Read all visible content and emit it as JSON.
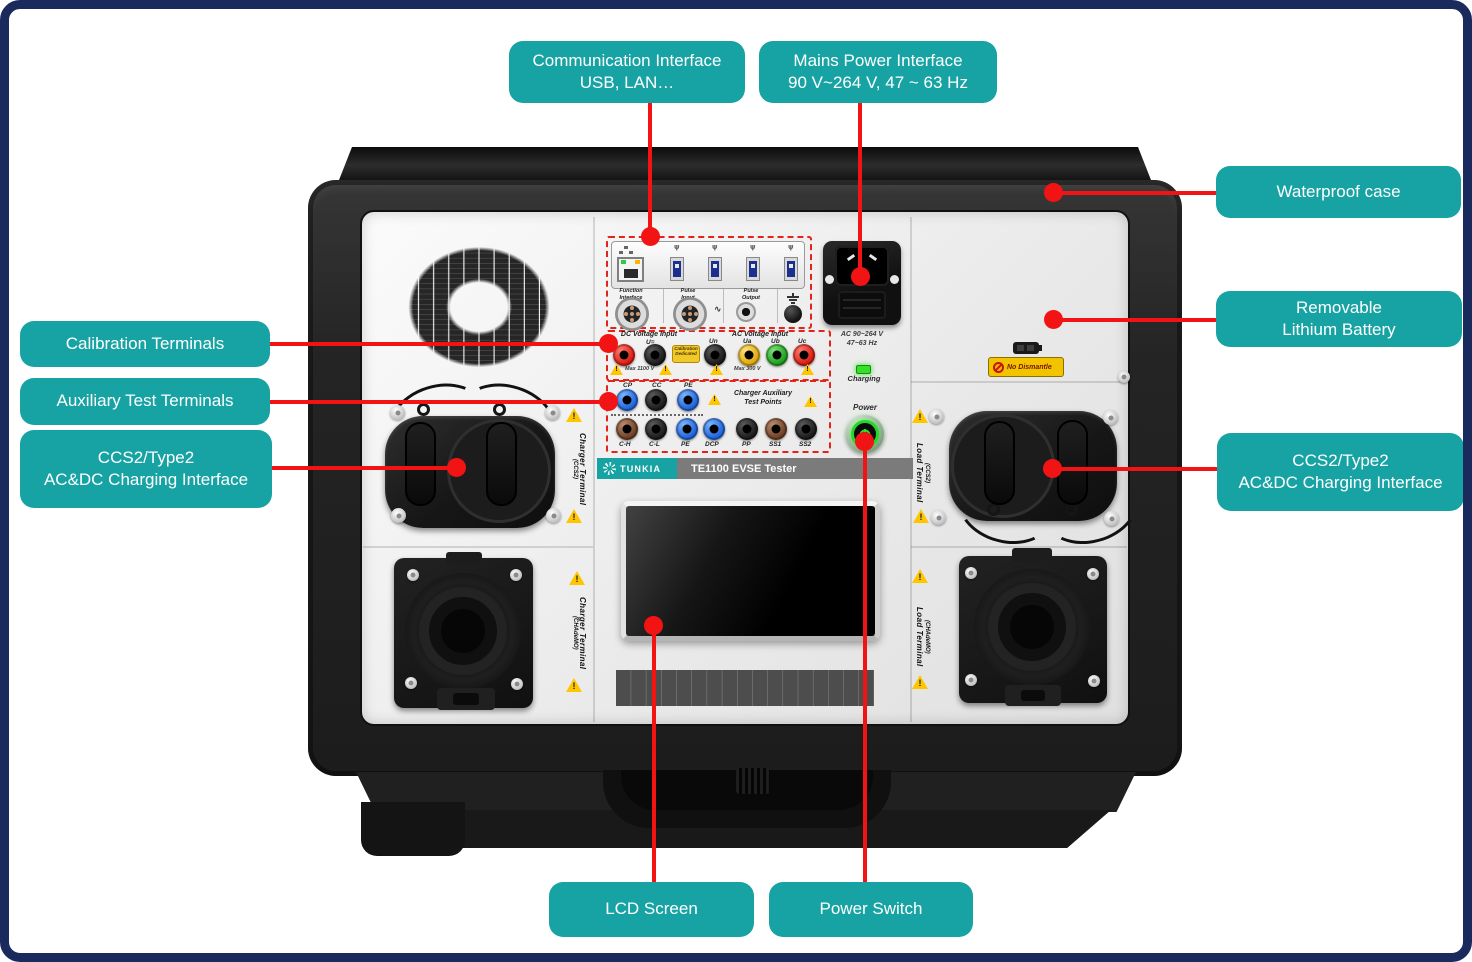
{
  "colors": {
    "callout_teal": "#17a3a3",
    "pointer_red": "#f21414",
    "dashed_red": "#e3241b",
    "warning_yellow": "#ffc600",
    "led_green": "#35e02a",
    "title_bar_gray": "#7b7b7b",
    "case_black": "#242424",
    "frame_navy": "#1a2a5c"
  },
  "callouts": {
    "communication": {
      "line1": "Communication Interface",
      "line2": "USB, LAN…"
    },
    "mains": {
      "line1": "Mains Power Interface",
      "line2": "90 V~264 V, 47 ~ 63 Hz"
    },
    "waterproof": {
      "line1": "Waterproof case"
    },
    "battery": {
      "line1": "Removable",
      "line2": "Lithium Battery"
    },
    "calibration": {
      "line1": "Calibration Terminals"
    },
    "auxiliary": {
      "line1": "Auxiliary Test Terminals"
    },
    "ccs_left": {
      "line1": "CCS2/Type2",
      "line2": "AC&DC Charging Interface"
    },
    "ccs_right": {
      "line1": "CCS2/Type2",
      "line2": "AC&DC Charging Interface"
    },
    "lcd": {
      "line1": "LCD Screen"
    },
    "power": {
      "line1": "Power Switch"
    }
  },
  "panel": {
    "brand": "TUNKIA",
    "model": "TE1100 EVSE Tester",
    "comm": {
      "function_l1": "Function",
      "function_l2": "Interface",
      "pulse_in_l1": "Pulse",
      "pulse_in_l2": "Input",
      "pulse_out_l1": "Pulse",
      "pulse_out_l2": "Output"
    },
    "dc": {
      "title": "DC Voltage Input",
      "u": "U=",
      "badge_l1": "Calibration",
      "badge_l2": "Dedicated",
      "max": "Max 1100 V"
    },
    "ac": {
      "title": "AC Voltage Input",
      "labels": [
        "Un",
        "Ua",
        "Ub",
        "Uc"
      ],
      "max": "Max 300 V"
    },
    "aux": {
      "title_l1": "Charger Auxiliary",
      "title_l2": "Test Points",
      "top": [
        "CP",
        "CC",
        "PE"
      ],
      "bottom": [
        "C-H",
        "C-L",
        "PE",
        "DCP",
        "PP",
        "SS1",
        "SS2"
      ]
    },
    "mains": {
      "l1": "AC 90~264 V",
      "l2": "47~63 Hz"
    },
    "charging": "Charging",
    "power": "Power",
    "battery_sticker": "No Dismantle",
    "side": {
      "charger_ccs2": "Charger Terminal",
      "charger_ccs2_sub": "(CCS2)",
      "charger_chademo": "Charger Terminal",
      "charger_chademo_sub": "(CHAdeMO)",
      "load_ccs2": "Load Terminal",
      "load_ccs2_sub": "(CCS2)",
      "load_chademo": "Load Terminal",
      "load_chademo_sub": "(CHAdeMO)"
    }
  }
}
